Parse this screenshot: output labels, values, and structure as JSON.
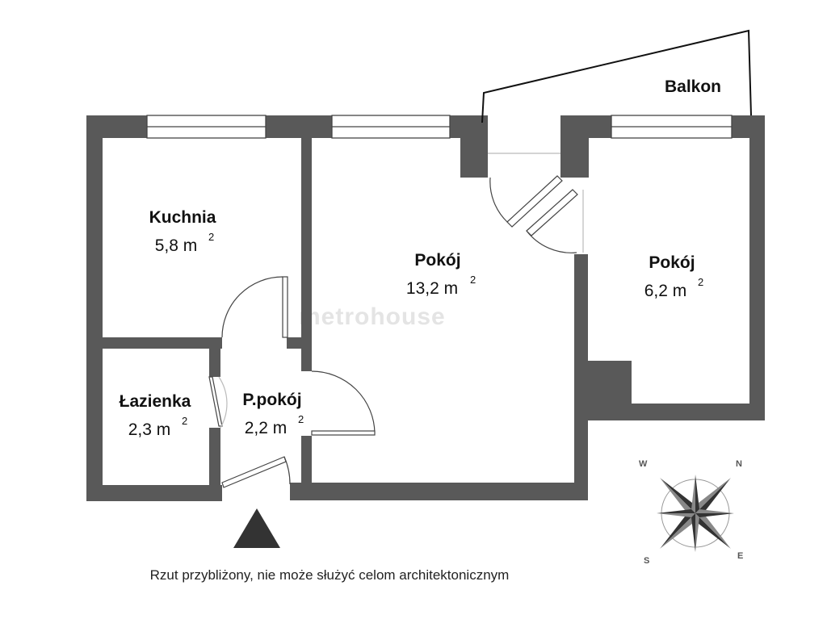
{
  "rooms": [
    {
      "id": "kuchnia",
      "name": "Kuchnia",
      "area": "5,8 m",
      "sup": "2"
    },
    {
      "id": "pokoj-main",
      "name": "Pokój",
      "area": "13,2 m",
      "sup": "2"
    },
    {
      "id": "pokoj-right",
      "name": "Pokój",
      "area": "6,2 m",
      "sup": "2"
    },
    {
      "id": "lazienka",
      "name": "Łazienka",
      "area": "2,3 m",
      "sup": "2"
    },
    {
      "id": "przedpokoj",
      "name": "P.pokój",
      "area": "2,2 m",
      "sup": "2"
    }
  ],
  "balcony_label": "Balkon",
  "watermark": "metrohouse",
  "footer_note": "Rzut przybliżony, nie może służyć celom architektonicznym",
  "compass": {
    "n": "N",
    "e": "E",
    "s": "S",
    "w": "W"
  },
  "colors": {
    "wall": "#595959",
    "line": "#111111",
    "window_fill": "#ffffff"
  }
}
